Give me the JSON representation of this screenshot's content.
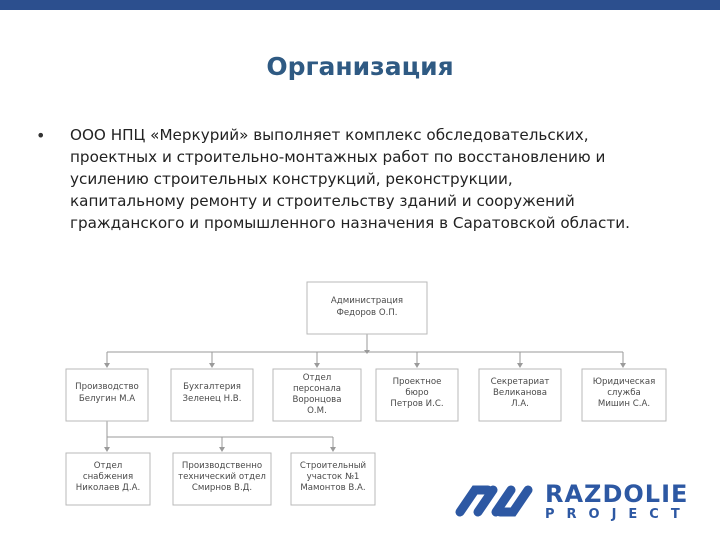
{
  "slide": {
    "title": "Организация",
    "bullet_marker": "•",
    "bullet_lines": [
      "ООО НПЦ «Меркурий» выполняет комплекс обследовательских,",
      "проектных и строительно-монтажных работ по восстановлению и",
      "усилению строительных конструкций, реконструкции,",
      "капитальному ремонту и строительству зданий и сооружений",
      "гражданского и промышленного назначения в Саратовской области."
    ]
  },
  "org_chart": {
    "root": {
      "lines": [
        "Администрация",
        "Федоров О.П."
      ]
    },
    "level1": [
      {
        "lines": [
          "Производство",
          "Белугин М.А"
        ]
      },
      {
        "lines": [
          "Бухгалтерия",
          "Зеленец Н.В."
        ]
      },
      {
        "lines": [
          "Отдел",
          "персонала",
          "Воронцова",
          "О.М."
        ]
      },
      {
        "lines": [
          "Проектное",
          "бюро",
          "Петров И.С."
        ]
      },
      {
        "lines": [
          "Секретариат",
          "Великанова",
          "Л.А."
        ]
      },
      {
        "lines": [
          "Юридическая",
          "служба",
          "Мишин С.А."
        ]
      }
    ],
    "level2": [
      {
        "lines": [
          "Отдел",
          "снабжения",
          "Николаев Д.А."
        ]
      },
      {
        "lines": [
          "Производственно",
          "технический отдел",
          "Смирнов В.Д."
        ]
      },
      {
        "lines": [
          "Строительный",
          "участок №1",
          "Мамонтов В.А."
        ]
      }
    ]
  },
  "logo": {
    "word1": "RAZDOLIE",
    "word2": "PROJECT",
    "icon": "interlocking-chain-logo-icon",
    "color": "#2d58a3"
  },
  "colors": {
    "top_bar": "#2c4f8e",
    "title": "#2f5a83",
    "box_border": "#b9b9b9"
  }
}
